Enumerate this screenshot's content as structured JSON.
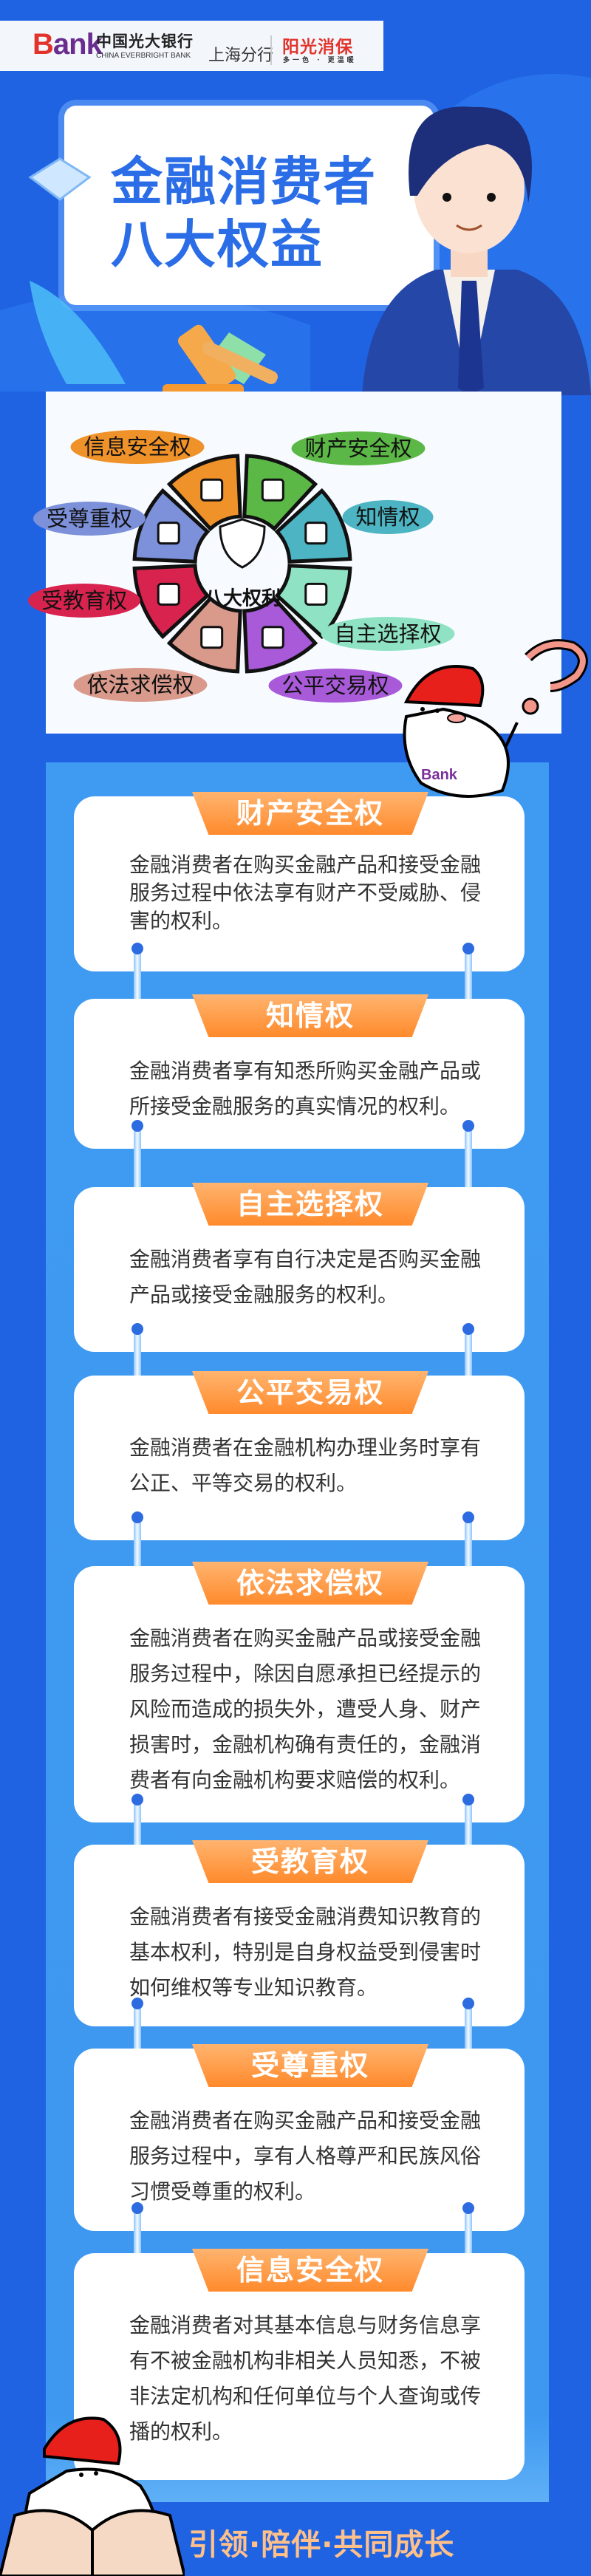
{
  "header": {
    "bank_logo": "Bank",
    "bank_name_cn": "中国光大银行",
    "bank_name_en": "CHINA EVERBRIGHT BANK",
    "branch": "上海分行",
    "campaign": "阳光消保",
    "campaign_slogan": "多一色 · 更温暖"
  },
  "hero": {
    "title_line1": "金融消费者",
    "title_line2": "八大权益"
  },
  "wheel": {
    "center_label": "八大权利",
    "segments": [
      {
        "label": "财产安全权",
        "color": "#5cb846",
        "icon": "shield-box-icon"
      },
      {
        "label": "知情权",
        "color": "#4cb4c2",
        "icon": "document-icon"
      },
      {
        "label": "自主选择权",
        "color": "#8fe3c4",
        "icon": "yes-no-icon"
      },
      {
        "label": "公平交易权",
        "color": "#a85ad8",
        "icon": "scales-icon"
      },
      {
        "label": "依法求偿权",
        "color": "#d99a8c",
        "icon": "gavel-icon"
      },
      {
        "label": "受教育权",
        "color": "#d8234f",
        "icon": "book-icon"
      },
      {
        "label": "受尊重权",
        "color": "#7d90da",
        "icon": "handshake-icon"
      },
      {
        "label": "信息安全权",
        "color": "#f0922a",
        "icon": "laptop-icon"
      }
    ]
  },
  "rights": [
    {
      "title": "财产安全权",
      "text": "金融消费者在购买金融产品和接受金融服务过程中依法享有财产不受威胁、侵害的权利。"
    },
    {
      "title": "知情权",
      "text": "金融消费者享有知悉所购买金融产品或所接受金融服务的真实情况的权利。"
    },
    {
      "title": "自主选择权",
      "text": "金融消费者享有自行决定是否购买金融产品或接受金融服务的权利。"
    },
    {
      "title": "公平交易权",
      "text": "金融消费者在金融机构办理业务时享有公正、平等交易的权利。"
    },
    {
      "title": "依法求偿权",
      "text": "金融消费者在购买金融产品或接受金融服务过程中，除因自愿承担已经提示的风险而造成的损失外，遭受人身、财产损害时，金融机构确有责任的，金融消费者有向金融机构要求赔偿的权利。"
    },
    {
      "title": "受教育权",
      "text": "金融消费者有接受金融消费知识教育的基本权利，特别是自身权益受到侵害时如何维权等专业知识教育。"
    },
    {
      "title": "受尊重权",
      "text": "金融消费者在购买金融产品和接受金融服务过程中，享有人格尊严和民族风俗习惯受尊重的权利。"
    },
    {
      "title": "信息安全权",
      "text": "金融消费者对其基本信息与财务信息享有不被金融机构非相关人员知悉，不被非法定机构和任何单位与个人查询或传播的权利。"
    }
  ],
  "mascot_badge": "Bank",
  "footer": {
    "slogan": "引领·陪伴·共同成长"
  },
  "colors": {
    "background": "#1f63e3",
    "panel": "#3f9af2",
    "tab_orange": "#ff8a2c",
    "title_blue": "#2a6de6"
  }
}
